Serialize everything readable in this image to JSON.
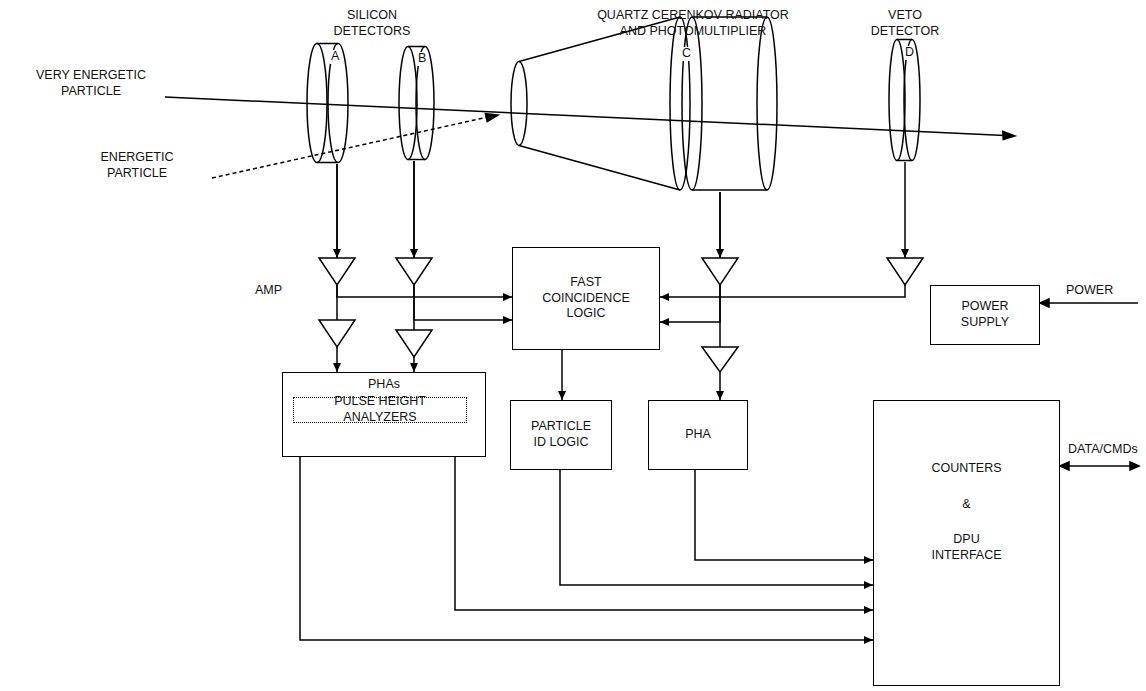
{
  "diagram": {
    "nodes": [
      {
        "text": [
          "A"
        ]
      },
      {
        "text": [
          "B"
        ]
      },
      {
        "text": [
          "C"
        ]
      },
      {
        "text": [
          "D"
        ]
      },
      {
        "text": [
          "FAST COINCIDENCE LOGIC"
        ]
      },
      {
        "text": [
          "POWER SUPPLY"
        ]
      },
      {
        "text": [
          "PHAs"
        ]
      },
      {
        "text": [
          "PULSE HEIGHT ANALYZERS"
        ],
        "in": 6
      },
      {
        "text": [
          "PARTICLE ID LOGIC"
        ]
      },
      {
        "text": [
          "PHA"
        ]
      },
      {
        "text": [
          "COUNTERS",
          "&",
          "DPU INTERFACE"
        ]
      }
    ],
    "edges": [
      {
        "from": 0,
        "to": 4,
        "arrow": "to"
      },
      {
        "from": 0,
        "to": 6,
        "arrow": "to"
      },
      {
        "from": 1,
        "to": 4,
        "arrow": "to"
      },
      {
        "from": 1,
        "to": 6,
        "arrow": "to"
      },
      {
        "from": 2,
        "to": 4,
        "arrow": "to"
      },
      {
        "from": 2,
        "to": 9,
        "arrow": "to"
      },
      {
        "from": 3,
        "to": 4,
        "arrow": "to"
      },
      {
        "from": 4,
        "to": 8,
        "arrow": "to"
      },
      {
        "from": 6,
        "to": 10,
        "arrow": "to"
      },
      {
        "from": 6,
        "to": 10,
        "arrow": "to"
      },
      {
        "from": 8,
        "to": 10,
        "arrow": "to"
      },
      {
        "from": 9,
        "to": 10,
        "arrow": "to"
      }
    ],
    "labels": [
      "SILICON DETECTORS",
      "QUARTZ CERENKOV RADIATOR AND PHOTOMULTIPLIER",
      "VETO DETECTOR",
      "VERY ENERGETIC PARTICLE",
      "ENERGETIC PARTICLE",
      "AMP",
      "POWER",
      "DATA/CMDs"
    ]
  }
}
